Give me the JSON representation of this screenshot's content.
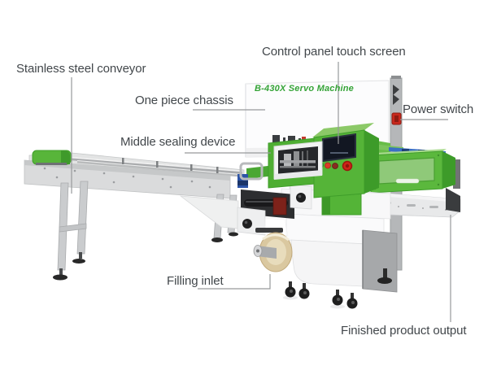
{
  "diagram": {
    "machine_model": "B-430X Servo Machine",
    "callouts": [
      {
        "id": "control-panel-touch-screen",
        "label": "Control panel touch screen"
      },
      {
        "id": "stainless-steel-conveyor",
        "label": "Stainless steel conveyor"
      },
      {
        "id": "one-piece-chassis",
        "label": "One piece chassis"
      },
      {
        "id": "power-switch",
        "label": "Power switch"
      },
      {
        "id": "middle-sealing-device",
        "label": "Middle sealing device"
      },
      {
        "id": "filling-inlet",
        "label": "Filling inlet"
      },
      {
        "id": "finished-product-output",
        "label": "Finished product output"
      }
    ],
    "colors": {
      "machine_green": "#55b438",
      "machine_green_dark": "#3d9b29",
      "machine_green_light": "#8fc979",
      "model_text_green": "#35a437",
      "label_text": "#42474b",
      "leader_line": "#97999b",
      "emergency_red": "#cf2418",
      "belt_blue": "#3a70c4",
      "film_roll_tan": "#dac8a0"
    }
  }
}
